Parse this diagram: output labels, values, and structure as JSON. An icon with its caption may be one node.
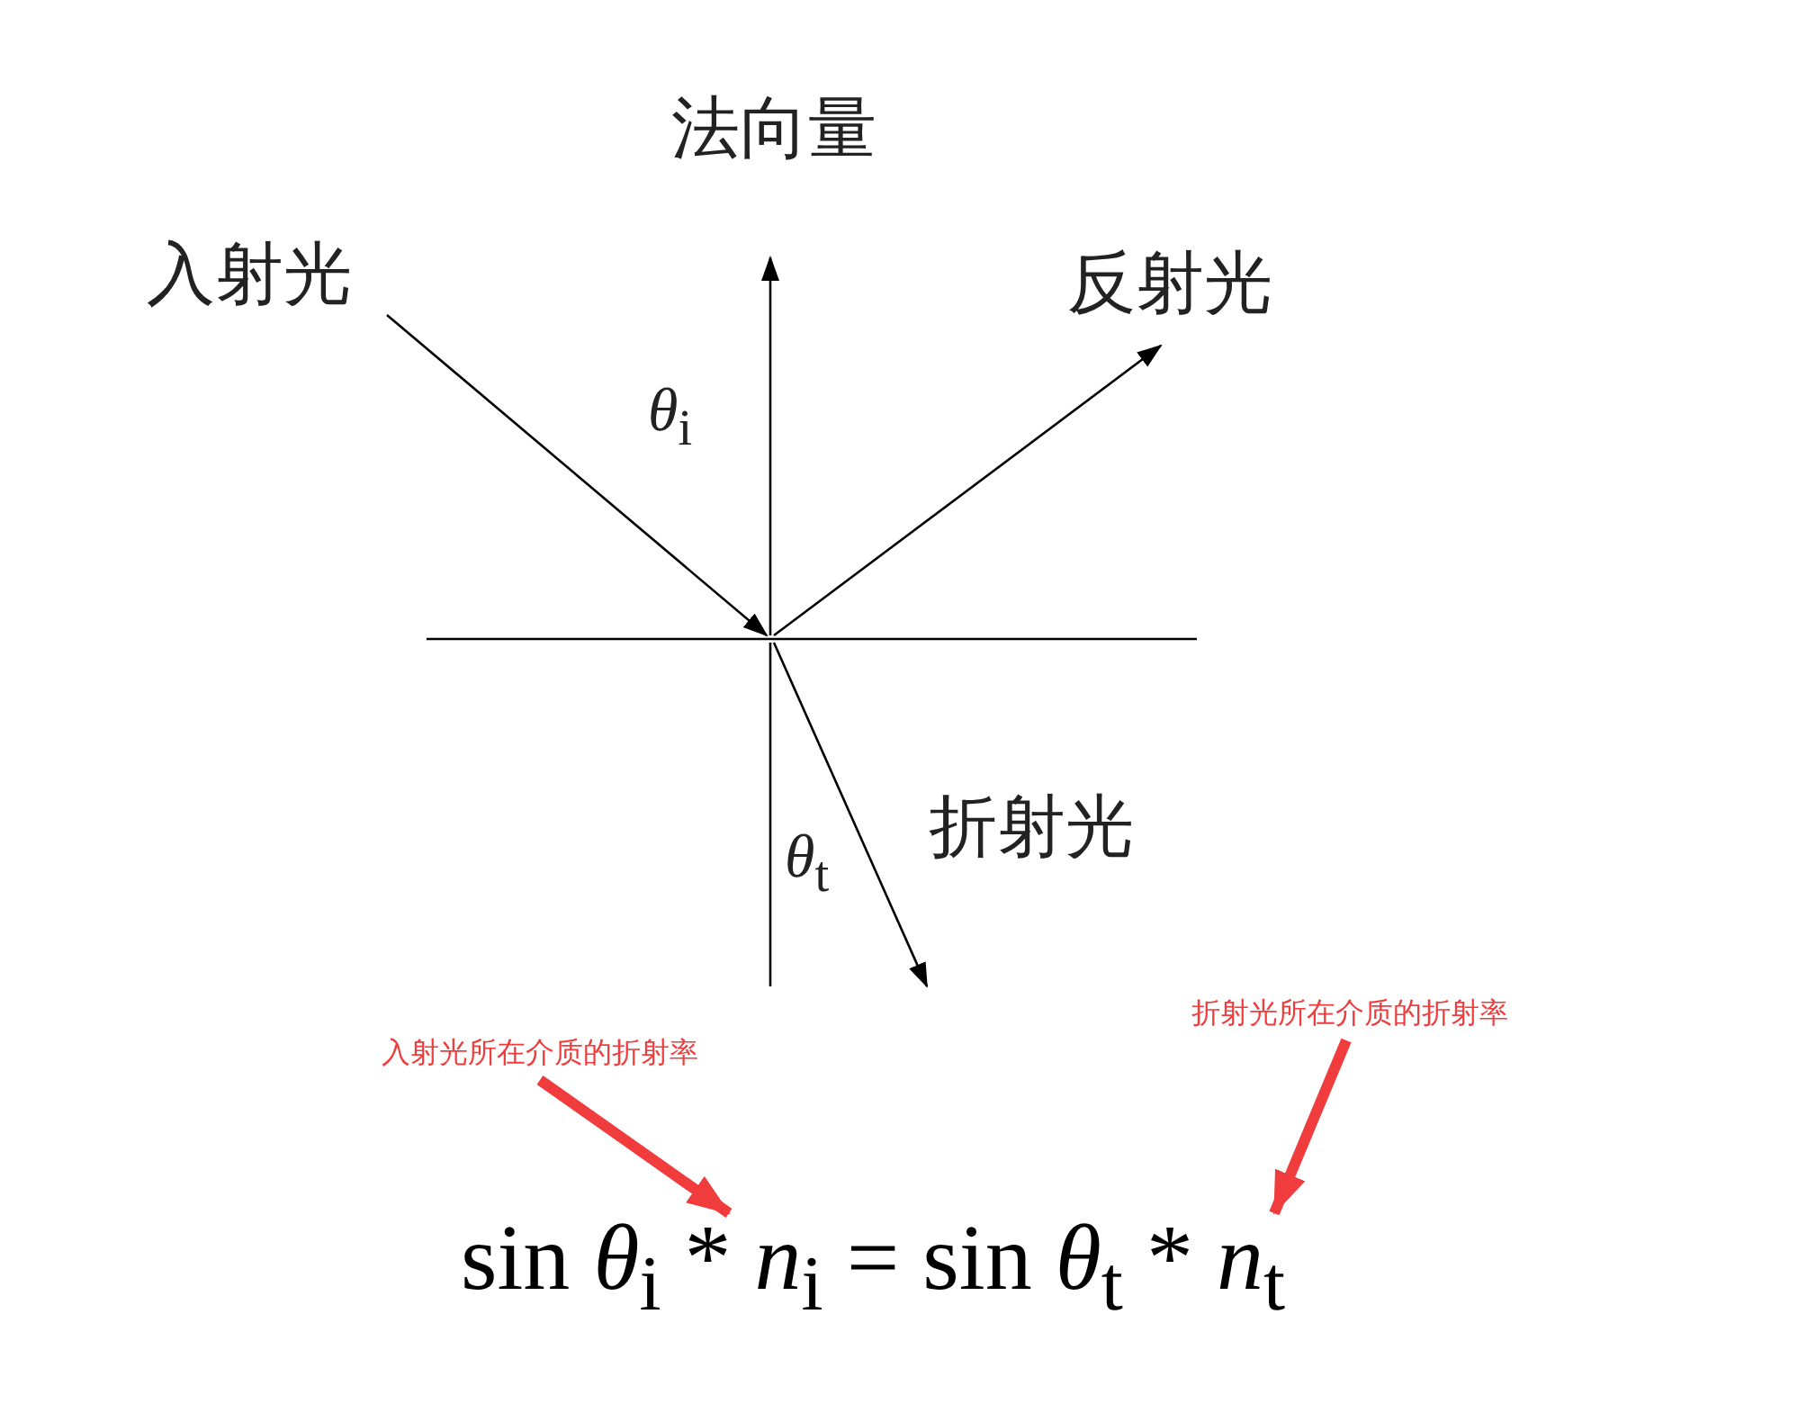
{
  "diagram": {
    "nodes": [
      {
        "text": [
          "法向量"
        ]
      },
      {
        "text": [
          "入射光"
        ]
      },
      {
        "text": [
          "反射光"
        ]
      },
      {
        "text": [
          "折射光"
        ]
      },
      {
        "text": [
          "入射光所在介质的折射率"
        ]
      },
      {
        "text": [
          "折射光所在介质的折射率"
        ]
      },
      {
        "text": [
          "sin *θ*$_{i}$ * *n*$_{i}$ = sin *θ*$_{t}$ * *n*$_{t}$"
        ]
      }
    ],
    "edges": [
      {
        "from": null,
        "to": 0,
        "arrow": "to"
      },
      {
        "from": 1,
        "to": null,
        "arrow": "to"
      },
      {
        "from": null,
        "to": 2,
        "arrow": "to"
      },
      {
        "from": null,
        "to": 3,
        "arrow": "to"
      },
      {
        "from": 4,
        "to": 6,
        "arrow": "to",
        "style": "thick",
        "color": "#f03c3c"
      },
      {
        "from": 5,
        "to": 6,
        "arrow": "to",
        "style": "thick",
        "color": "#f03c3c"
      }
    ],
    "labels": [
      "*θ*$_{i}$",
      "*θ*$_{t}$"
    ]
  }
}
